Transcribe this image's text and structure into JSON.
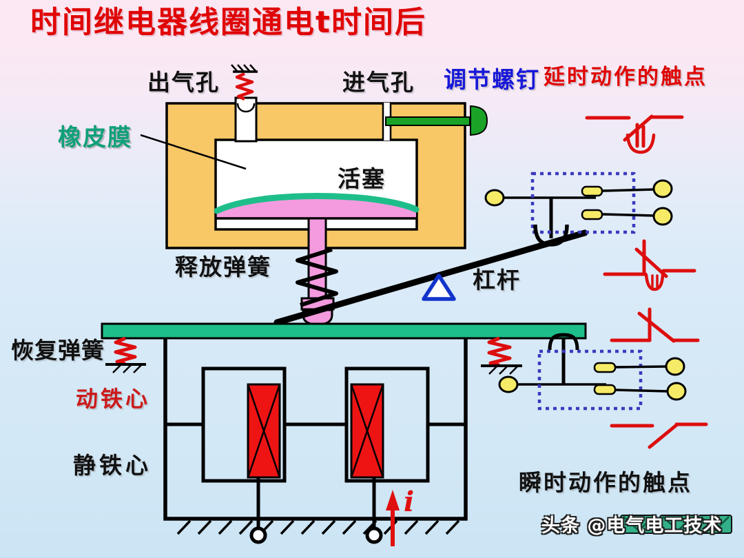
{
  "title": "时间继电器线圈通电t时间后",
  "labels": {
    "air_outlet": "出气孔",
    "air_inlet": "进气孔",
    "adjust_screw": "调节螺钉",
    "delayed_contacts": "延时动作的触点",
    "rubber_membrane": "橡皮膜",
    "piston": "活塞",
    "release_spring": "释放弹簧",
    "lever": "杠杆",
    "recovery_spring": "恢复弹簧",
    "moving_core": "动铁心",
    "static_core": "静铁心",
    "instant_contacts": "瞬时动作的触点",
    "current": "i"
  },
  "watermark": {
    "text": "头条 @电气电工技术"
  },
  "colors": {
    "title_red": "#e00505",
    "adjust_screw_blue": "#1818d8",
    "membrane_teal": "#0fa078",
    "moving_core_red": "#cc1a1a",
    "chamber_orange": "#f8c766",
    "piston_pink": "#f49be0",
    "armature_green": "#1ebe8a",
    "screw_green": "#1aa327",
    "coil_red": "#ee1414",
    "contact_yellow": "#f6eb66",
    "dotted_box_blue": "#3a3abf",
    "fulcrum_blue": "#1133cc",
    "symbol_red": "#dd0e0e",
    "watermark_icon_teal": "#33b08a",
    "background_top_pink": "#fce8f2",
    "background_bottom_blue": "#cbe4f4"
  }
}
